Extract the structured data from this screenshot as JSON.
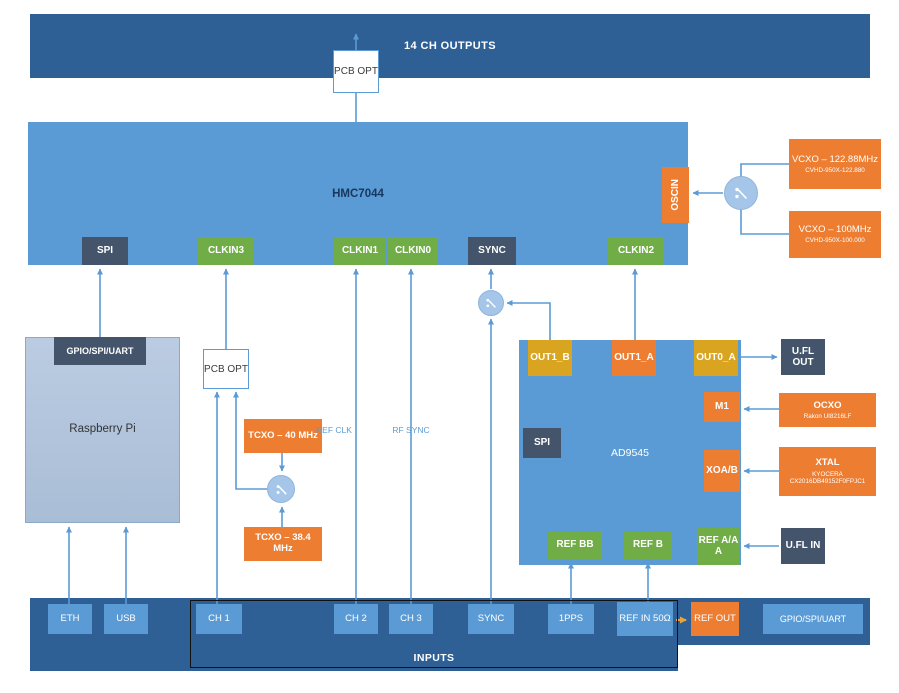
{
  "colors": {
    "bar": "#2E6095",
    "box_blue": "#5B9BD5",
    "navy": "#44546A",
    "green": "#70AD47",
    "orange": "#ED7D31",
    "gold": "#D9A521"
  },
  "top": {
    "outputs_bar": "14 CH OUTPUTS",
    "pcb_opt": "PCB OPT"
  },
  "hmc7044": {
    "title": "HMC7044",
    "spi": "SPI",
    "clkin3": "CLKIN3",
    "clkin1": "CLKIN1",
    "clkin0": "CLKIN0",
    "sync": "SYNC",
    "clkin2": "CLKIN2",
    "oscin": "OSCIN"
  },
  "vcxo_122": {
    "title": "VCXO – 122.88MHz",
    "part": "CVHD-950X-122.880"
  },
  "vcxo_100": {
    "title": "VCXO – 100MHz",
    "part": "CVHD-950X-100.000"
  },
  "raspberry_pi": {
    "title": "Raspberry Pi",
    "gpio": "GPIO/SPI/UART"
  },
  "mid": {
    "pcb_opt": "PCB OPT",
    "tcxo_40": "TCXO – 40 MHz",
    "tcxo_384": "TCXO – 38.4 MHz",
    "ref_clk": "REF CLK",
    "rf_sync": "RF SYNC"
  },
  "ad9545": {
    "title": "AD9545",
    "out1_b": "OUT1_B",
    "out1_a": "OUT1_A",
    "out0_a": "OUT0_A",
    "m1": "M1",
    "spi": "SPI",
    "xoa_b": "XOA/B",
    "ref_bb": "REF BB",
    "ref_b": "REF B",
    "ref_a_aa": "REF A/AA"
  },
  "right": {
    "ufl_out": "U.FL OUT",
    "ocxo": "OCXO",
    "ocxo_part": "Rakon UI8216LF",
    "xtal": "XTAL",
    "xtal_make": "KYOCERA",
    "xtal_part": "CX2016DB49152F0FPJC1",
    "ufl_in": "U.FL IN"
  },
  "bottom": {
    "eth": "ETH",
    "usb": "USB",
    "ch1": "CH 1",
    "ch2": "CH 2",
    "ch3": "CH 3",
    "sync": "SYNC",
    "pps": "1PPS",
    "ref_in": "REF IN 50Ω",
    "ref_out": "REF OUT",
    "gpio": "GPIO/SPI/UART",
    "inputs": "INPUTS"
  }
}
